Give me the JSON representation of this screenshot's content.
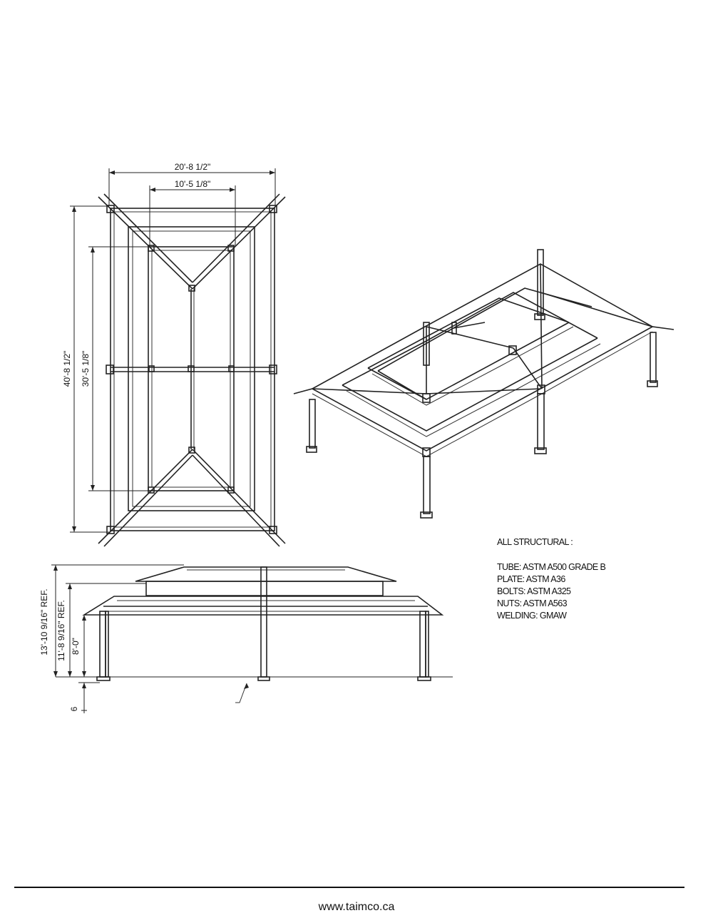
{
  "plan_dims": {
    "overall_width": "20'-8 1/2\"",
    "inner_width": "10'-5 1/8\"",
    "overall_length": "40'-8 1/2\"",
    "inner_length": "30'-5 1/8\""
  },
  "elevation_dims": {
    "total_height": "13'-10 9/16\" REF.",
    "mid_height": "11'-8  9/16\" REF.",
    "column_height": "8'-0\"",
    "base": "6"
  },
  "notes": {
    "header": "ALL STRUCTURAL :",
    "items": [
      "TUBE: ASTM A500 GRADE B",
      "PLATE:  ASTM A36",
      "BOLTS: ASTM A325",
      "NUTS: ASTM A563",
      "WELDING: GMAW"
    ]
  },
  "footer": {
    "url": "www.taimco.ca"
  }
}
